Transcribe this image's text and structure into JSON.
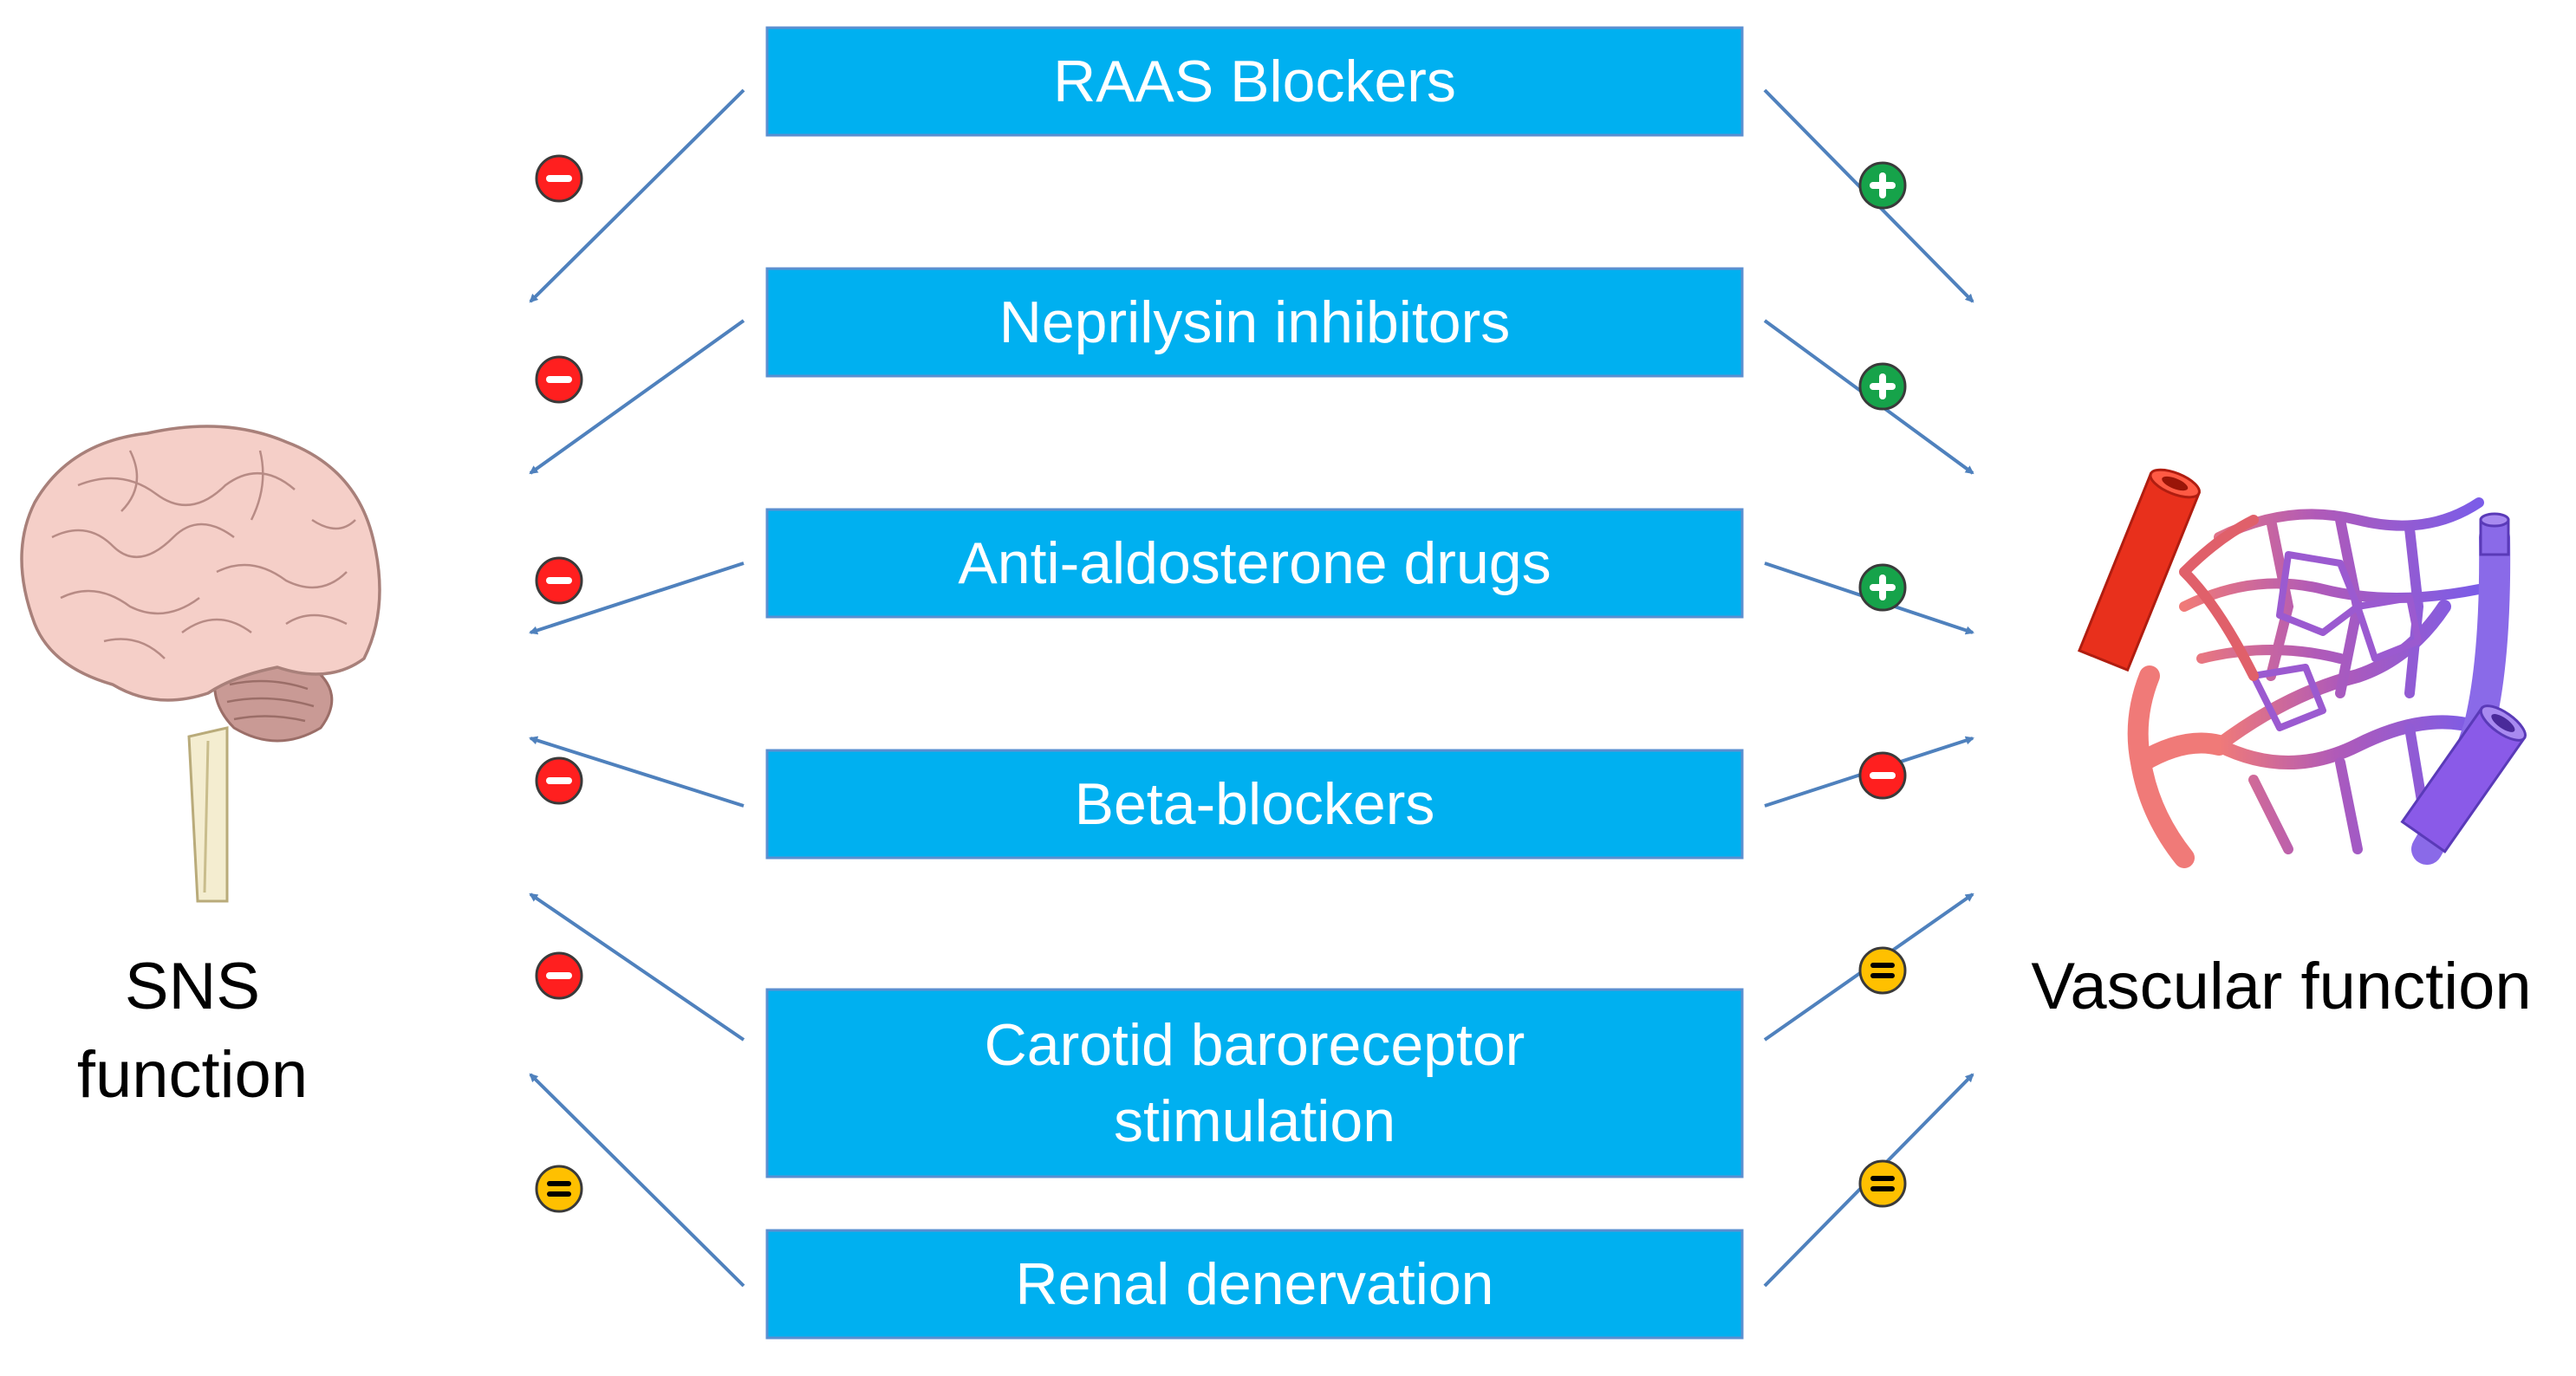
{
  "left_target": {
    "lines": [
      "SNS",
      "function"
    ],
    "icon": "brain-icon"
  },
  "right_target": {
    "lines": [
      "Vascular function"
    ],
    "icon": "blood-vessels-icon"
  },
  "colors": {
    "box_fill": "#00b0f0",
    "box_border": "#5b8fd0",
    "arrow": "#4f81bd",
    "negative": "#ff1f1f",
    "positive": "#16a34a",
    "neutral": "#ffc000"
  },
  "interventions": [
    {
      "id": "raas-blockers",
      "lines": [
        "RAAS Blockers"
      ],
      "sns_effect": "-",
      "vascular_effect": "+"
    },
    {
      "id": "neprilysin-inhibitors",
      "lines": [
        "Neprilysin inhibitors"
      ],
      "sns_effect": "-",
      "vascular_effect": "+"
    },
    {
      "id": "anti-aldosterone-drugs",
      "lines": [
        "Anti-aldosterone drugs"
      ],
      "sns_effect": "-",
      "vascular_effect": "+"
    },
    {
      "id": "beta-blockers",
      "lines": [
        "Beta-blockers"
      ],
      "sns_effect": "-",
      "vascular_effect": "-"
    },
    {
      "id": "carotid-baroreceptor-stimulation",
      "lines": [
        "Carotid baroreceptor",
        "stimulation"
      ],
      "sns_effect": "-",
      "vascular_effect": "="
    },
    {
      "id": "renal-denervation",
      "lines": [
        "Renal denervation"
      ],
      "sns_effect": "=",
      "vascular_effect": "="
    }
  ]
}
